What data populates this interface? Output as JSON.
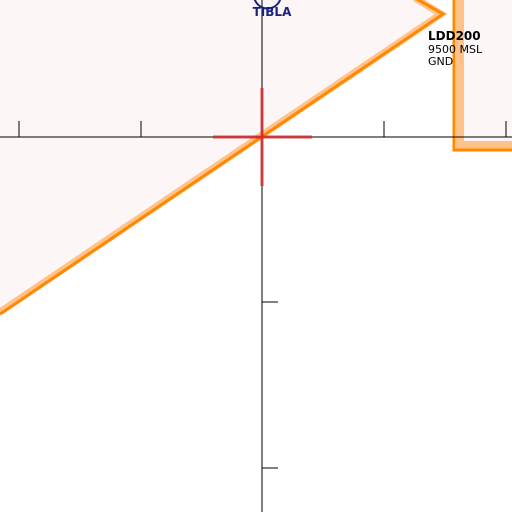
{
  "waypoint": {
    "name": "TIBLA",
    "icon": "waypoint-circle-icon",
    "color": "#1a237e"
  },
  "zones": [
    {
      "name": "LDD200",
      "upper_limit": "9500 MSL",
      "lower_limit": "GND"
    }
  ],
  "colors": {
    "zone_border": "#ff8800",
    "zone_border_halo": "#ffc38a",
    "zone_fill": "#fdf6f6",
    "crosshair": "#d32f2f",
    "axis": "#000000"
  }
}
